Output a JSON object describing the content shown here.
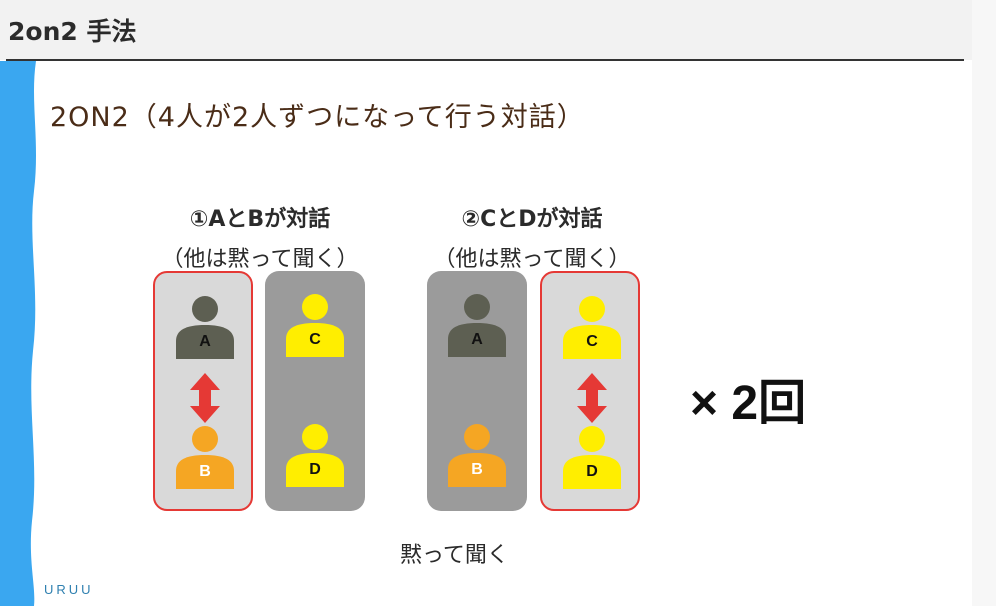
{
  "page": {
    "title": "2on2 手法"
  },
  "slide": {
    "title": "2ON2（4人が2人ずつになって行う対話）",
    "groups": [
      {
        "heading": "①AとBが対話",
        "subheading": "（他は黙って聞く）",
        "panels": [
          {
            "state": "active",
            "people": [
              {
                "label": "A",
                "color": "#5d5f52"
              },
              {
                "label": "B",
                "color": "#f5a623"
              }
            ]
          },
          {
            "state": "listening",
            "people": [
              {
                "label": "C",
                "color": "#ffee00"
              },
              {
                "label": "D",
                "color": "#ffee00"
              }
            ]
          }
        ]
      },
      {
        "heading": "②CとDが対話",
        "subheading": "（他は黙って聞く）",
        "panels": [
          {
            "state": "listening",
            "people": [
              {
                "label": "A",
                "color": "#5d5f52"
              },
              {
                "label": "B",
                "color": "#f5a623"
              }
            ]
          },
          {
            "state": "active",
            "people": [
              {
                "label": "C",
                "color": "#ffee00"
              },
              {
                "label": "D",
                "color": "#ffee00"
              }
            ]
          }
        ]
      }
    ],
    "multiplier": "× 2回",
    "caption": "黙って聞く",
    "logo": "URUU"
  },
  "colors": {
    "accent_blue": "#3aa7f0",
    "active_border": "#e53935",
    "arrow": "#e53935",
    "panel_active_bg": "#d9d9d9",
    "panel_listening_bg": "#9b9b9b"
  }
}
